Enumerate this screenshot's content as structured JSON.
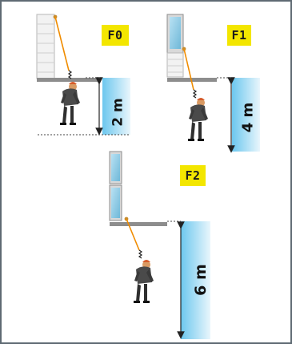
{
  "panels": {
    "f0": {
      "tag": "F0",
      "height": "2 m"
    },
    "f1": {
      "tag": "F1",
      "height": "4 m"
    },
    "f2": {
      "tag": "F2",
      "height": "6 m"
    }
  },
  "colors": {
    "tag_bg": "#f3e600",
    "lanyard": "#f08c00",
    "drop_gradient_top": "#6cc7ee",
    "drop_gradient_bottom": "#e9f6fc",
    "platform": "#8d8d8d",
    "frame": "#5f6a73"
  },
  "icons": [
    "lanyard-icon",
    "shock-absorber-icon",
    "worker-figure-icon",
    "arrow-icon"
  ]
}
